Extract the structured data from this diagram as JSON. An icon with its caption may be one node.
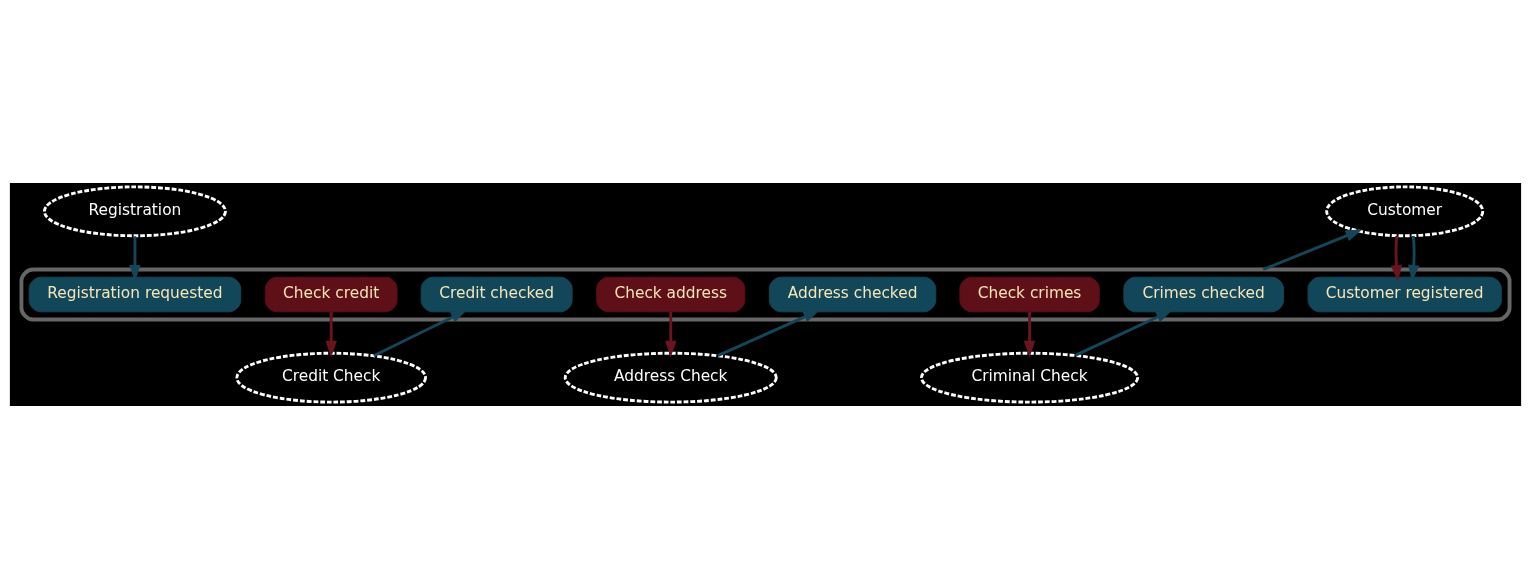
{
  "diagram": {
    "nodes": [
      {
        "text": [
          "Registration"
        ]
      },
      {
        "text": [],
        "shape": "cylinder"
      },
      {
        "text": [
          "Registration requested"
        ],
        "in": 1
      },
      {
        "text": [
          "Check credit"
        ],
        "in": 1
      },
      {
        "text": [
          "Credit checked"
        ],
        "in": 1
      },
      {
        "text": [
          "Check address"
        ],
        "in": 1
      },
      {
        "text": [
          "Address checked"
        ],
        "in": 1
      },
      {
        "text": [
          "Check crimes"
        ],
        "in": 1
      },
      {
        "text": [
          "Crimes checked"
        ],
        "in": 1
      },
      {
        "text": [
          "Customer registered"
        ],
        "in": 1
      },
      {
        "text": [
          "Credit Check"
        ]
      },
      {
        "text": [
          "Address Check"
        ]
      },
      {
        "text": [
          "Criminal Check"
        ]
      },
      {
        "text": [
          "Customer"
        ]
      }
    ],
    "edges": [
      {
        "from": 0,
        "to": 2,
        "arrow": "to"
      },
      {
        "from": 3,
        "to": 10,
        "arrow": "to",
        "color": "#6b1420"
      },
      {
        "from": 10,
        "to": 4,
        "arrow": "to"
      },
      {
        "from": 5,
        "to": 11,
        "arrow": "to",
        "color": "#6b1420"
      },
      {
        "from": 11,
        "to": 6,
        "arrow": "to"
      },
      {
        "from": 7,
        "to": 12,
        "arrow": "to",
        "color": "#6b1420"
      },
      {
        "from": 12,
        "to": 8,
        "arrow": "to"
      },
      {
        "from": 1,
        "to": 13,
        "arrow": "to"
      },
      {
        "from": 13,
        "to": 9,
        "arrow": "to",
        "color": "#6b1420"
      },
      {
        "from": 13,
        "to": 9,
        "arrow": "to"
      }
    ]
  }
}
